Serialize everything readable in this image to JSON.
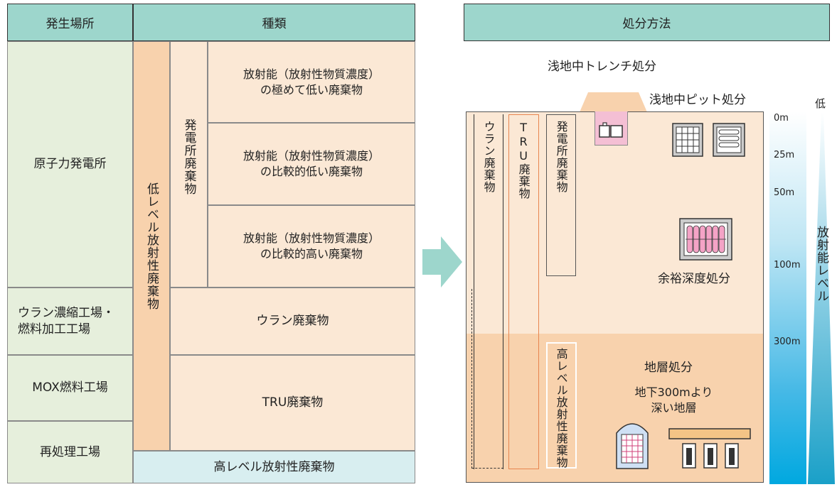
{
  "headers": {
    "source": "発生場所",
    "type": "種類",
    "method": "処分方法"
  },
  "sources": [
    "原子力発電所",
    "ウラン濃縮工場・燃料加工工場",
    "MOX燃料工場",
    "再処理工場"
  ],
  "source_lines": {
    "uranium": [
      "ウラン濃縮工場・",
      "燃料加工工場"
    ]
  },
  "types": {
    "low_level": "低レベル放射性廃棄物",
    "power_plant_waste": "発電所廃棄物",
    "very_low": [
      "放射能（放射性物質濃度）",
      "の極めて低い廃棄物"
    ],
    "relatively_low": [
      "放射能（放射性物質濃度）",
      "の比較的低い廃棄物"
    ],
    "relatively_high": [
      "放射能（放射性物質濃度）",
      "の比較的高い廃棄物"
    ],
    "uranium_waste": "ウラン廃棄物",
    "tru_waste": "TRU廃棄物",
    "high_level": "高レベル放射性廃棄物"
  },
  "disposal": {
    "trench": "浅地中トレンチ処分",
    "pit": "浅地中ピット処分",
    "intermediate": "余裕深度処分",
    "geological": "地層処分",
    "geological_note": [
      "地下300mより",
      "深い地層"
    ],
    "columns": [
      "ウラン廃棄物",
      "TRU廃棄物",
      "発電所廃棄物",
      "高レベル放射性廃棄物"
    ]
  },
  "depths": [
    "0m",
    "25m",
    "50m",
    "100m",
    "300m"
  ],
  "radioactivity": {
    "low": "低",
    "label": "放射能レベル"
  }
}
